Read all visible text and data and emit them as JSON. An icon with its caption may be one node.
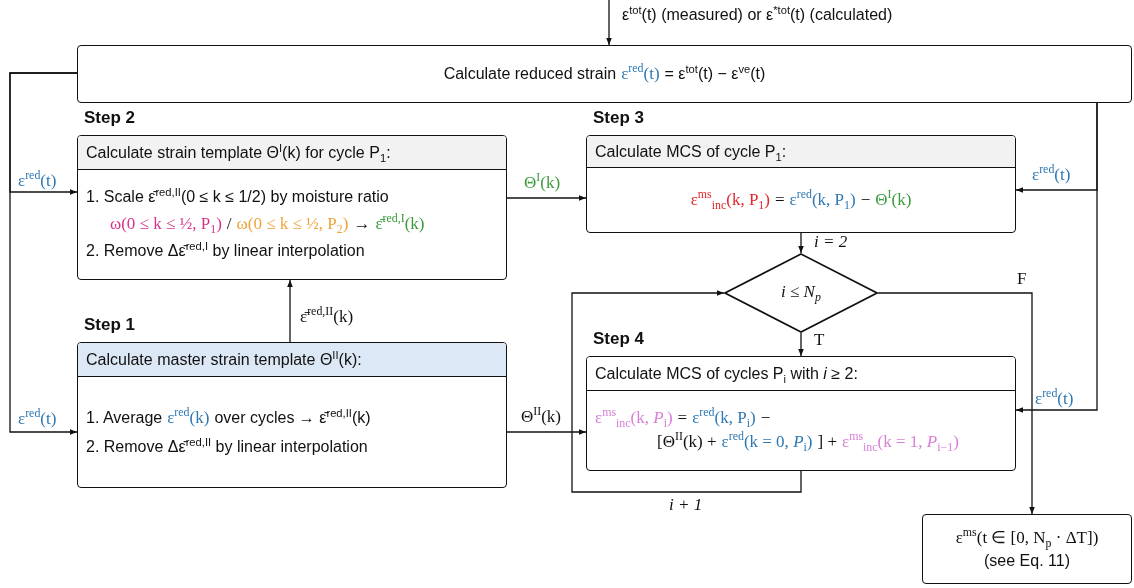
{
  "diagram": {
    "nodes": [
      {
        "text": [
          "Calculate reduced strain",
          "ε$^{red}$(t)",
          "= ε$^{tot}$(t) − ε$^{ve}$(t)"
        ]
      },
      {
        "text": [
          "Step 2",
          "Calculate strain template Θ$^{I}$(k) for cycle P$_{1}$:",
          "1. Scale ε̄$^{red,II}$(0 ≤ k ≤ 1/2) by moisture ratio",
          "ω(0 ≤ k ≤ ½, P$_{1}$)",
          "/",
          "ω(0 ≤ k ≤ ½, P$_{2}$)",
          "→",
          "ε̄$^{red,I}$(k)",
          "2. Remove Δε̄$^{red,I}$ by linear interpolation"
        ]
      },
      {
        "text": [
          "Step 3",
          "Calculate MCS of cycle P$_{1}$:",
          "ε$^{ms}$$_{inc}$(k, P$_{1}$)",
          "=",
          "ε$^{red}$(k, P$_{1}$)",
          "−",
          "Θ$^{I}$(k)"
        ]
      },
      {
        "text": [
          "i ≤ N$_{p}$"
        ]
      },
      {
        "text": [
          "Step 1",
          "Calculate master strain template Θ$^{II}$(k):",
          "1. Average",
          "ε$^{red}$(k)",
          "over cycles → ε̄$^{red,II}$(k)",
          "2. Remove Δε̄$^{red,II}$ by linear interpolation"
        ]
      },
      {
        "text": [
          "Step 4",
          "Calculate MCS of cycles P$_{i}$ with *i* ≥ 2:",
          "ε$^{ms}$$_{inc}$(k, *P*$_{i}$)",
          "=",
          "ε$^{red}$(k, P$_{i}$)",
          "−",
          "[Θ$^{II}$(k) +",
          "ε$^{red}$(k = 0, *P*$_{i}$)",
          "] +",
          "ε$^{ms}$$_{inc}$(k = 1, *P*$_{i−1}$)"
        ]
      },
      {
        "text": [
          "ε$^{ms}$(t ∈ [0, N$_{p}$ · ΔT])",
          "(see Eq. 11)"
        ]
      }
    ],
    "edges": [
      {
        "from": null,
        "to": 0,
        "arrow": "to",
        "label": "ε$^{tot}$(t) (measured) or ε$^{*tot}$(t) (calculated)"
      },
      {
        "from": 0,
        "to": 1,
        "arrow": "to",
        "label": "ε$^{red}$(t)"
      },
      {
        "from": 0,
        "to": 4,
        "arrow": "to",
        "label": "ε$^{red}$(t)"
      },
      {
        "from": 0,
        "to": 2,
        "arrow": "to",
        "label": "ε$^{red}$(t)"
      },
      {
        "from": 0,
        "to": 5,
        "arrow": "to",
        "label": "ε$^{red}$(t)"
      },
      {
        "from": 4,
        "to": 1,
        "arrow": "to",
        "label": "ε̄$^{red,II}$(k)"
      },
      {
        "from": 1,
        "to": 2,
        "arrow": "to",
        "label": "Θ$^{I}$(k)"
      },
      {
        "from": 4,
        "to": 5,
        "arrow": "to",
        "label": "Θ$^{II}$(k)"
      },
      {
        "from": 2,
        "to": 3,
        "arrow": "to",
        "label": "i = 2"
      },
      {
        "from": 3,
        "to": 5,
        "arrow": "to",
        "label": "T"
      },
      {
        "from": 3,
        "to": 6,
        "arrow": "to",
        "label": "F"
      },
      {
        "from": 5,
        "to": 3,
        "arrow": "to",
        "label": "i + 1"
      }
    ]
  }
}
